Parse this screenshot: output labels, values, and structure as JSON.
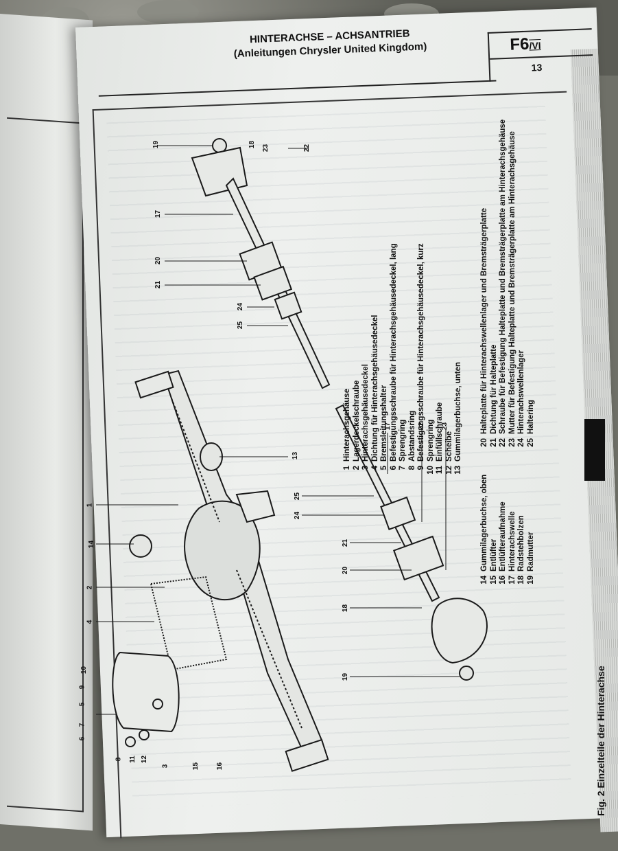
{
  "header": {
    "title_line1": "HINTERACHSE – ACHSANTRIEB",
    "title_line2": "(Anleitungen Chrysler United Kingdom)",
    "section_code": "F6",
    "section_suffix": "/VI",
    "page_number": "13"
  },
  "figure": {
    "caption": "Fig. 2 Einzelteile der Hinterachse"
  },
  "legend_col1": [
    {
      "n": "1",
      "t": "Hinterachsgehäuse"
    },
    {
      "n": "2",
      "t": "Lagerdeckelschraube"
    },
    {
      "n": "3",
      "t": "Hinterachsgehäusedeckel"
    },
    {
      "n": "4",
      "t": "Dichtung für Hinterachsgehäusedeckel"
    },
    {
      "n": "5",
      "t": "Bremsleitungshalter"
    },
    {
      "n": "6",
      "t": "Befestigungsschraube für Hinterachsgehäusedeckel, lang"
    },
    {
      "n": "7",
      "t": "Sprengring"
    },
    {
      "n": "8",
      "t": "Abstandsring"
    },
    {
      "n": "9",
      "t": "Befestigungsschraube für Hinterachsgehäusedeckel, kurz"
    },
    {
      "n": "10",
      "t": "Sprengring"
    },
    {
      "n": "11",
      "t": "Einfüllschraube"
    },
    {
      "n": "12",
      "t": "Scheibe"
    },
    {
      "n": "13",
      "t": "Gummilagerbuchse, unten"
    }
  ],
  "legend_col2": [
    {
      "n": "14",
      "t": "Gummilagerbuchse, oben"
    },
    {
      "n": "15",
      "t": "Entlüfter"
    },
    {
      "n": "16",
      "t": "Entlüfteraufnahme"
    },
    {
      "n": "17",
      "t": "Hinterachswelle"
    },
    {
      "n": "18",
      "t": "Radstehbolzen"
    },
    {
      "n": "19",
      "t": "Radmutter"
    }
  ],
  "legend_col3": [
    {
      "n": "20",
      "t": "Halteplatte für Hinterachswellenlager und Bremsträgerplatte"
    },
    {
      "n": "21",
      "t": "Dichtung für Halteplatte"
    },
    {
      "n": "22",
      "t": "Schraube für Befestigung Halteplatte und Bremsträgerplatte am Hinterachsgehäuse"
    },
    {
      "n": "23",
      "t": "Mutter für Befestigung Halteplatte und Bremsträgerplatte am Hinterachsgehäuse"
    },
    {
      "n": "24",
      "t": "Hinterachswellenlager"
    },
    {
      "n": "25",
      "t": "Haltering"
    }
  ],
  "callouts": {
    "c19a": "19",
    "c18a": "18",
    "c23a": "23",
    "c22a": "22",
    "c17a": "17",
    "c20a": "20",
    "c21a": "21",
    "c24a": "24",
    "c25a": "25",
    "c13": "13",
    "c1": "1",
    "c14": "14",
    "c2": "2",
    "c4": "4",
    "c10": "10",
    "c9": "9",
    "c5": "5",
    "c7": "7",
    "c6": "6",
    "c8": "8",
    "c11": "11",
    "c12": "12",
    "c3": "3",
    "c15": "15",
    "c16": "16",
    "c19b": "19",
    "c18b": "18",
    "c20b": "20",
    "c21b": "21",
    "c24b": "24",
    "c25b": "25",
    "c17b": "17",
    "c22b": "22",
    "c23b": "23"
  }
}
